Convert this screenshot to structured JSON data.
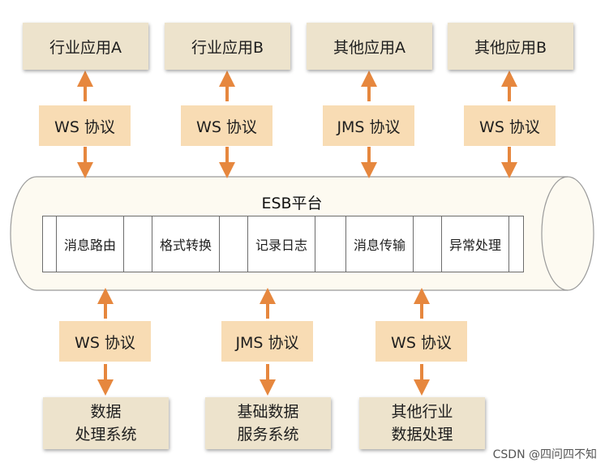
{
  "top_apps": [
    {
      "label": "行业应用A"
    },
    {
      "label": "行业应用B"
    },
    {
      "label": "其他应用A"
    },
    {
      "label": "其他应用B"
    }
  ],
  "top_protocols": [
    {
      "label": "WS 协议"
    },
    {
      "label": "WS 协议"
    },
    {
      "label": "JMS 协议"
    },
    {
      "label": "WS 协议"
    }
  ],
  "bus": {
    "title": "ESB平台",
    "modules": [
      "消息路由",
      "格式转换",
      "记录日志",
      "消息传输",
      "异常处理"
    ]
  },
  "bottom_protocols": [
    {
      "label": "WS 协议"
    },
    {
      "label": "JMS 协议"
    },
    {
      "label": "WS 协议"
    }
  ],
  "bottom_systems": [
    {
      "line1": "数据",
      "line2": "处理系统"
    },
    {
      "line1": "基础数据",
      "line2": "服务系统"
    },
    {
      "line1": "其他行业",
      "line2": "数据处理"
    }
  ],
  "watermark": "CSDN @四问四不知",
  "colors": {
    "app_box": "#ede3cc",
    "protocol_box": "#f8dcb4",
    "arrow": "#e6873e",
    "bus_fill": "#fdfaf1"
  }
}
